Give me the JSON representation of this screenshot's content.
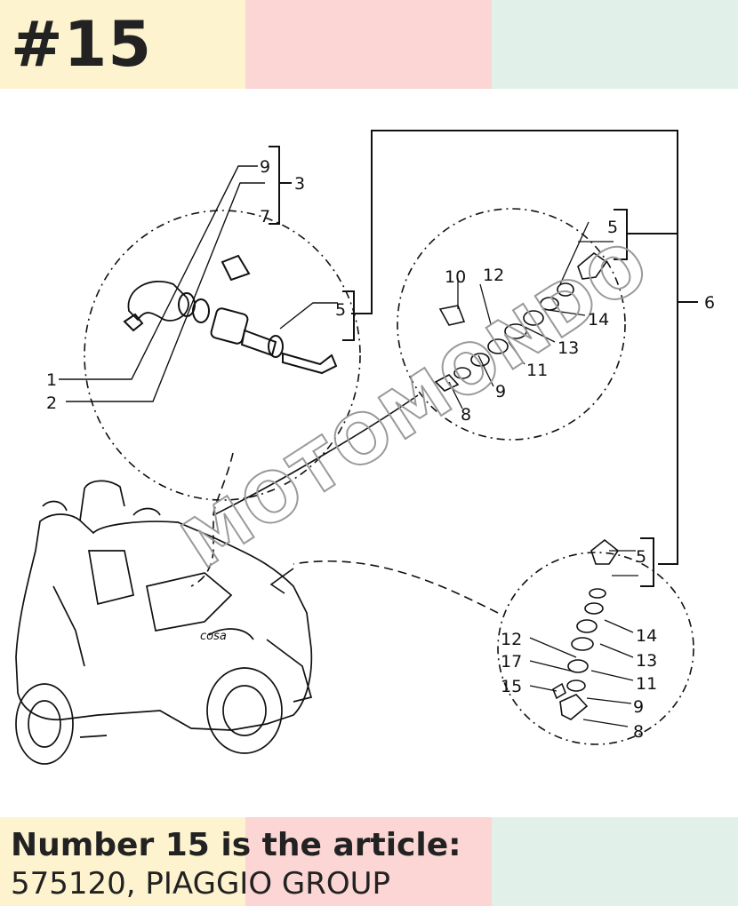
{
  "colors": {
    "band_yellow": "#fdf3cf",
    "band_pink": "#fbd6d4",
    "band_mint": "#e1f1ea",
    "ink": "#222222"
  },
  "heading": "#15",
  "caption": {
    "line1": "Number 15 is the article:",
    "line2": "575120, PIAGGIO GROUP"
  },
  "watermark": "MOTOMONDO",
  "diagram": {
    "labels": {
      "top_left": [
        "9",
        "3",
        "7",
        "5",
        "1",
        "2"
      ],
      "middle_right": [
        "5",
        "10",
        "12",
        "14",
        "13",
        "11",
        "9",
        "8"
      ],
      "group_bracket": "6",
      "bottom_right": [
        "5",
        "14",
        "12",
        "13",
        "17",
        "11",
        "15",
        "9",
        "8"
      ]
    },
    "scooter_badge": "cosa"
  }
}
